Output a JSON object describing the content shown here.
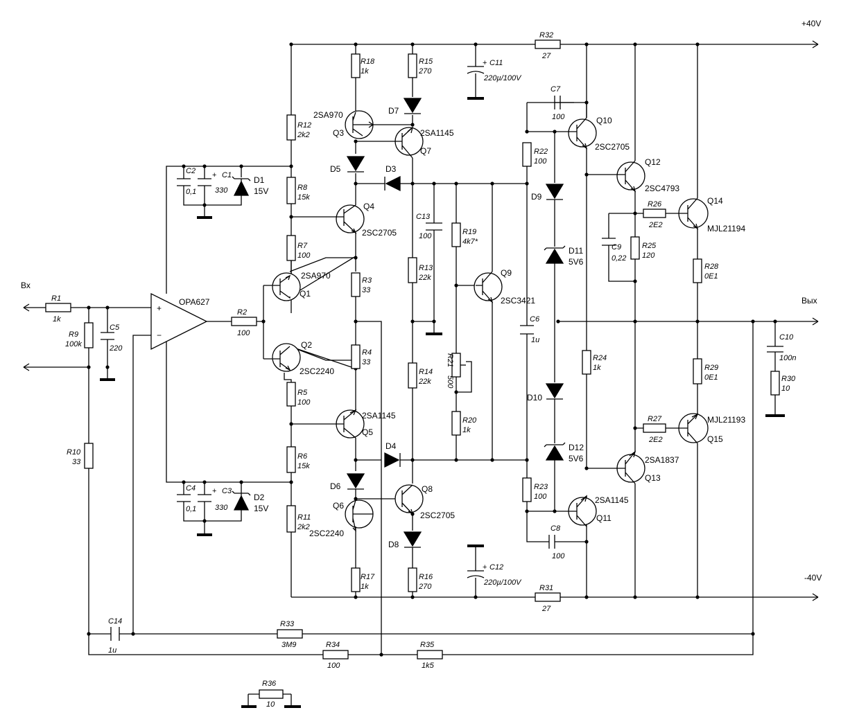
{
  "rails": {
    "pos": "+40V",
    "neg": "-40V"
  },
  "io": {
    "input": "Вх",
    "output": "Вых"
  },
  "opamp": {
    "name": "OPA627",
    "plus": "+",
    "minus": "−"
  },
  "resistors": {
    "R1": {
      "ref": "R1",
      "val": "1k"
    },
    "R2": {
      "ref": "R2",
      "val": "100"
    },
    "R3": {
      "ref": "R3",
      "val": "33"
    },
    "R4": {
      "ref": "R4",
      "val": "33"
    },
    "R5": {
      "ref": "R5",
      "val": "100"
    },
    "R6": {
      "ref": "R6",
      "val": "15k"
    },
    "R7": {
      "ref": "R7",
      "val": "100"
    },
    "R8": {
      "ref": "R8",
      "val": "15k"
    },
    "R9": {
      "ref": "R9",
      "val": "100k"
    },
    "R10": {
      "ref": "R10",
      "val": "33"
    },
    "R11": {
      "ref": "R11",
      "val": "2k2"
    },
    "R12": {
      "ref": "R12",
      "val": "2k2"
    },
    "R13": {
      "ref": "R13",
      "val": "22k"
    },
    "R14": {
      "ref": "R14",
      "val": "22k"
    },
    "R15": {
      "ref": "R15",
      "val": "270"
    },
    "R16": {
      "ref": "R16",
      "val": "270"
    },
    "R17": {
      "ref": "R17",
      "val": "1k"
    },
    "R18": {
      "ref": "R18",
      "val": "1k"
    },
    "R19": {
      "ref": "R19",
      "val": "4k7*"
    },
    "R20": {
      "ref": "R20",
      "val": "1k"
    },
    "R21": {
      "ref": "R21",
      "val": "500"
    },
    "R22": {
      "ref": "R22",
      "val": "100"
    },
    "R23": {
      "ref": "R23",
      "val": "100"
    },
    "R24": {
      "ref": "R24",
      "val": "1k"
    },
    "R25": {
      "ref": "R25",
      "val": "120"
    },
    "R26": {
      "ref": "R26",
      "val": "2E2"
    },
    "R27": {
      "ref": "R27",
      "val": "2E2"
    },
    "R28": {
      "ref": "R28",
      "val": "0E1"
    },
    "R29": {
      "ref": "R29",
      "val": "0E1"
    },
    "R30": {
      "ref": "R30",
      "val": "10"
    },
    "R31": {
      "ref": "R31",
      "val": "27"
    },
    "R32": {
      "ref": "R32",
      "val": "27"
    },
    "R33": {
      "ref": "R33",
      "val": "3M9"
    },
    "R34": {
      "ref": "R34",
      "val": "100"
    },
    "R35": {
      "ref": "R35",
      "val": "1k5"
    },
    "R36": {
      "ref": "R36",
      "val": "10"
    }
  },
  "capacitors": {
    "C1": {
      "ref": "C1",
      "val": "330",
      "plus": "+"
    },
    "C2": {
      "ref": "C2",
      "val": "0,1"
    },
    "C3": {
      "ref": "C3",
      "val": "330",
      "plus": "+"
    },
    "C4": {
      "ref": "C4",
      "val": "0,1"
    },
    "C5": {
      "ref": "C5",
      "val": "220"
    },
    "C6": {
      "ref": "C6",
      "val": "1u"
    },
    "C7": {
      "ref": "C7",
      "val": "100"
    },
    "C8": {
      "ref": "C8",
      "val": "100"
    },
    "C9": {
      "ref": "C9",
      "val": "0,22"
    },
    "C10": {
      "ref": "C10",
      "val": "100n"
    },
    "C11": {
      "ref": "C11",
      "val": "220µ/100V",
      "plus": "+"
    },
    "C12": {
      "ref": "C12",
      "val": "220µ/100V",
      "plus": "+"
    },
    "C13": {
      "ref": "C13",
      "val": "100"
    },
    "C14": {
      "ref": "C14",
      "val": "1u"
    }
  },
  "diodes": {
    "D1": {
      "ref": "D1",
      "val": "15V"
    },
    "D2": {
      "ref": "D2",
      "val": "15V"
    },
    "D3": {
      "ref": "D3"
    },
    "D4": {
      "ref": "D4"
    },
    "D5": {
      "ref": "D5"
    },
    "D6": {
      "ref": "D6"
    },
    "D7": {
      "ref": "D7"
    },
    "D8": {
      "ref": "D8"
    },
    "D9": {
      "ref": "D9"
    },
    "D10": {
      "ref": "D10"
    },
    "D11": {
      "ref": "D11",
      "val": "5V6"
    },
    "D12": {
      "ref": "D12",
      "val": "5V6"
    }
  },
  "transistors": {
    "Q1": {
      "ref": "Q1",
      "type": "2SA970"
    },
    "Q2": {
      "ref": "Q2",
      "type": "2SC2240"
    },
    "Q3": {
      "ref": "Q3",
      "type": "2SA970"
    },
    "Q4": {
      "ref": "Q4",
      "type": "2SC2705"
    },
    "Q5": {
      "ref": "Q5",
      "type": "2SA1145"
    },
    "Q6": {
      "ref": "Q6",
      "type": "2SC2240"
    },
    "Q7": {
      "ref": "Q7",
      "type": "2SA1145"
    },
    "Q8": {
      "ref": "Q8",
      "type": "2SC2705"
    },
    "Q9": {
      "ref": "Q9",
      "type": "2SC3421"
    },
    "Q10": {
      "ref": "Q10",
      "type": "2SC2705"
    },
    "Q11": {
      "ref": "Q11",
      "type": "2SA1145"
    },
    "Q12": {
      "ref": "Q12",
      "type": "2SC4793"
    },
    "Q13": {
      "ref": "Q13",
      "type": "2SA1837"
    },
    "Q14": {
      "ref": "Q14",
      "type": "MJL21194"
    },
    "Q15": {
      "ref": "Q15",
      "type": "MJL21193"
    }
  }
}
